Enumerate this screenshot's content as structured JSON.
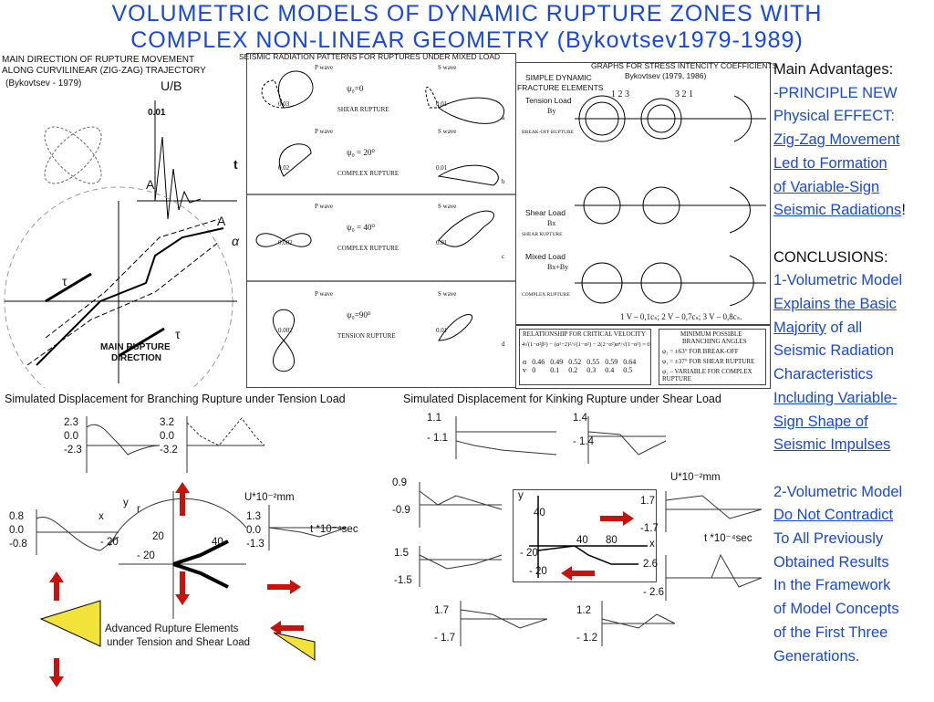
{
  "title": [
    "VOLUMETRIC  MODELS  OF  DYNAMIC  RUPTURE  ZONES  WITH",
    "COMPLEX  NON-LINEAR  GEOMETRY (Bykovtsev1979-1989)"
  ],
  "left_panel": {
    "heading": [
      "MAIN DIRECTION OF RUPTURE MOVEMENT",
      "ALONG CURVILINEAR (ZIG-ZAG) TRAJECTORY"
    ],
    "author": "(Bykovtsev - 1979)",
    "ub": "U/B",
    "tick": "0.01",
    "t": "t",
    "a1": "A",
    "a2": "A",
    "alpha": "α",
    "tau1": "τ",
    "tau2": "τ",
    "direction": [
      "MAIN RUPTURE",
      "DIRECTION"
    ]
  },
  "seismic_panel": {
    "heading": "SEISMIC RADIATION PATTERNS FOR RUPTURES UNDER MIXED LOAD",
    "p_wave": "P wave",
    "s_wave": "S wave",
    "rows": [
      {
        "psi": "ψ₀=0",
        "label": "SHEAR RUPTURE",
        "val_p": "0.03",
        "val_s": "0.01",
        "letter": "a"
      },
      {
        "psi": "ψ₀ = 20⁰",
        "label": "COMPLEX RUPTURE",
        "val_p": "0.02",
        "val_s": "0.01",
        "letter": "b"
      },
      {
        "psi": "ψ₀ = 40⁰",
        "label": "COMPLEX RUPTURE",
        "val_p": "0.002",
        "val_s": "0.01",
        "letter": "c"
      },
      {
        "psi": "ψ₀=90⁰",
        "label": "TENSION RUPTURE",
        "val_p": "0.002",
        "val_s": "0.01",
        "letter": "d"
      }
    ]
  },
  "stress_panel": {
    "heading": "GRAPHS FOR STRESS INTENCITY COEFFICIENTS",
    "author": "Bykovtsev (1979, 1986)",
    "elements": [
      "SIMPLE  DYNAMIC",
      "FRACTURE ELEMENTS"
    ],
    "loads": [
      {
        "name": "Tension Load",
        "force": "By",
        "rupture": "BREAK-OFF RUPTURE"
      },
      {
        "name": "Shear Load",
        "force": "Bx",
        "rupture": "SHEAR RUPTURE"
      },
      {
        "name": "Mixed Load",
        "force": "Bx+By",
        "rupture": "COMPLEX RUPTURE"
      }
    ],
    "curve_labels": [
      "1 2 3",
      "3 2 1"
    ],
    "legend": "1  V – 0,1cₛ;  2  V – 0,7cₛ;  3  V – 0,8cₛ."
  },
  "velocity_table": {
    "heading": "RELATIONSHIP FOR CRITICAL VELOCITY",
    "equation": "4√(1−α²β²) − (α²−2)²/√(1−α²) − 2(2−α²)α⁴/√(1−α²) = 0",
    "alpha_label": "α",
    "alpha": [
      "0.46",
      "0.49",
      "0.52",
      "0.55",
      "0.59",
      "0.64"
    ],
    "v_label": "v",
    "v": [
      "0",
      "0.1",
      "0.2",
      "0.3",
      "0.4",
      "0.5"
    ]
  },
  "angles_box": {
    "heading": [
      "MINIMUM  POSSIBLE",
      "BRANCHING  ANGLES"
    ],
    "lines": [
      "φ₁ = ±63° FOR BREAK-OFF",
      "φ₁ = ±37° FOR SHEAR RUPTURE",
      "φ₁ – VARIABLE FOR COMPLEX RUPTURE"
    ]
  },
  "bottom_left": {
    "caption": "Simulated Displacement for Branching Rupture under Tension Load",
    "g1": [
      "2.3",
      "0.0",
      "-2.3"
    ],
    "g2": [
      "3.2",
      "0.0",
      "-3.2"
    ],
    "g3": [
      "0.8",
      "0.0",
      "-0.8"
    ],
    "g4": [
      "1.3",
      "0.0",
      "-1.3"
    ],
    "unit_u": "U*10⁻²mm",
    "unit_t": "t *10⁻⁴sec",
    "axis": [
      "y",
      "x",
      "20",
      "- 20",
      "40",
      "- 20",
      "r"
    ],
    "elements": [
      "Advanced Rupture Elements",
      "under Tension and Shear Load"
    ]
  },
  "bottom_right": {
    "caption": "Simulated Displacement for Kinking Rupture under Shear  Load",
    "g1": [
      "1.1",
      "- 1.1"
    ],
    "g2": [
      "1.4",
      "- 1.4"
    ],
    "g3": [
      "0.9",
      "-0.9"
    ],
    "g4": [
      "1.7",
      "-1.7"
    ],
    "g5": [
      "1.5",
      "-1.5"
    ],
    "g6": [
      "2.6",
      "- 2.6"
    ],
    "g7": [
      "1.7",
      "- 1.7"
    ],
    "g8": [
      "1.2",
      "- 1.2"
    ],
    "unit_u": "U*10⁻²mm",
    "unit_t": "t *10⁻⁴sec",
    "axis": [
      "y",
      "x",
      "40",
      "80",
      "40",
      "- 20",
      "- 20"
    ]
  },
  "right_column": {
    "advantages": "Main Advantages:",
    "a": [
      "-PRINCIPLE NEW",
      "Physical EFFECT:",
      "Zig-Zag Movement",
      "Led to Formation",
      "of  Variable-Sign",
      "Seismic Radiations",
      "!"
    ],
    "conclusions": "CONCLUSIONS:",
    "c1": [
      "1-Volumetric Model",
      "Explains the Basic",
      "Majority",
      " of all",
      "Seismic Radiation",
      "Characteristics",
      "Including Variable-",
      "Sign Shape of",
      "Seismic Impulses"
    ],
    "c2": [
      "2-Volumetric Model",
      "Do Not Contradict",
      "To All Previously",
      "Obtained Results",
      "In the Framework",
      "of Model Concepts",
      "of the First Three",
      "Generations."
    ]
  },
  "colors": {
    "title": "#1747e0",
    "arrow": "#c8120c",
    "wedge": "#f2e33a"
  }
}
